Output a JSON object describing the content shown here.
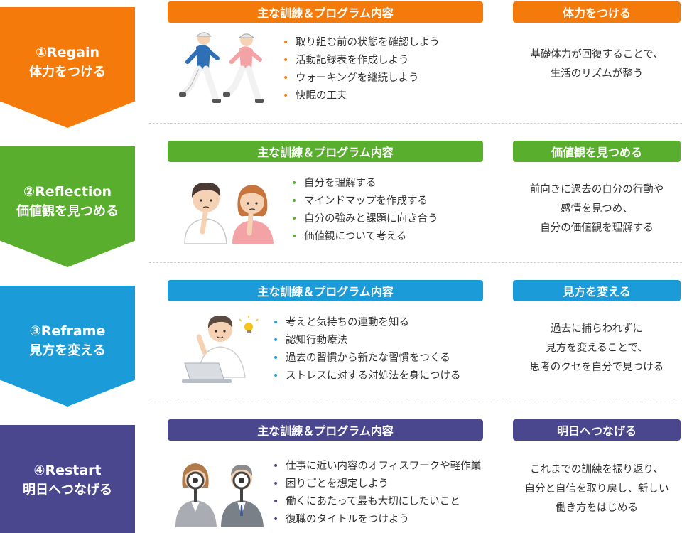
{
  "colors": {
    "regain": "#F47B0B",
    "reflection": "#5AAE2E",
    "reframe": "#1B9BD7",
    "restart": "#4A478F"
  },
  "stages": [
    {
      "num": "①Regain",
      "name": "体力をつける",
      "program_label": "主な訓練＆プログラム内容",
      "goal_label": "体力をつける",
      "items": [
        "取り組む前の状態を確認しよう",
        "活動記録表を作成しよう",
        "ウォーキングを継続しよう",
        "快眠の工夫"
      ],
      "desc": [
        "基礎体力が回復することで、",
        "生活のリズムが整う"
      ],
      "illustration": "walking-people-icon"
    },
    {
      "num": "②Reflection",
      "name": "価値観を見つめる",
      "program_label": "主な訓練＆プログラム内容",
      "goal_label": "価値観を見つめる",
      "items": [
        "自分を理解する",
        "マインドマップを作成する",
        "自分の強みと課題に向き合う",
        "価値観について考える"
      ],
      "desc": [
        "前向きに過去の自分の行動や",
        "感情を見つめ、",
        "自分の価値観を理解する"
      ],
      "illustration": "thinking-people-icon"
    },
    {
      "num": "③Reframe",
      "name": "見方を変える",
      "program_label": "主な訓練＆プログラム内容",
      "goal_label": "見方を変える",
      "items": [
        "考えと気持ちの連動を知る",
        "認知行動療法",
        "過去の習慣から新たな習慣をつくる",
        "ストレスに対する対処法を身につける"
      ],
      "desc": [
        "過去に捕らわれずに",
        "見方を変えることで、",
        "思考のクセを自分で見つける"
      ],
      "illustration": "laptop-idea-person-icon"
    },
    {
      "num": "④Restart",
      "name": "明日へつなげる",
      "program_label": "主な訓練＆プログラム内容",
      "goal_label": "明日へつなげる",
      "items": [
        "仕事に近い内容のオフィスワークや軽作業",
        "困りごとを想定しよう",
        "働くにあたって最も大切にしたいこと",
        "復職のタイトルをつけよう"
      ],
      "desc": [
        "これまでの訓練を振り返り、",
        "自分と自信を取り戻し、新しい",
        "働き方をはじめる"
      ],
      "illustration": "magnifier-people-icon"
    }
  ]
}
